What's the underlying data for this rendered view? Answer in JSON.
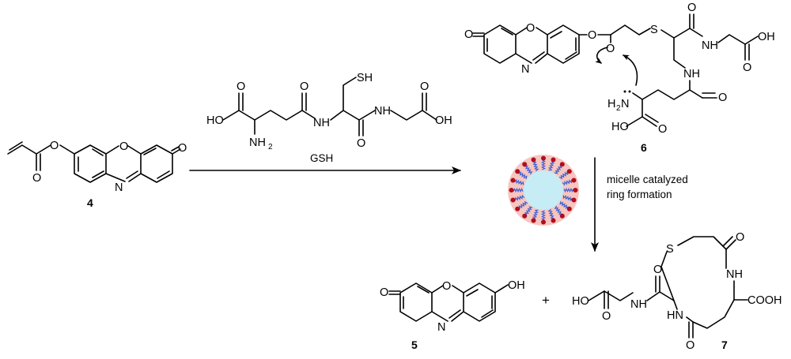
{
  "compounds": {
    "c4": {
      "number": "4"
    },
    "c5": {
      "number": "5"
    },
    "c6": {
      "number": "6"
    },
    "c7": {
      "number": "7"
    }
  },
  "reagent": {
    "label": "GSH"
  },
  "plus": "+",
  "process": {
    "line1": "micelle catalyzed",
    "line2": "ring formation"
  },
  "atoms": {
    "O": "O",
    "N": "N",
    "S": "S",
    "HO": "HO",
    "OH": "OH",
    "SH": "SH",
    "NH": "NH",
    "HN": "HN",
    "NH2": "NH",
    "H2N": "H",
    "sub2": "2",
    "COOH": "COOH",
    "N_H2_right": "N"
  },
  "colors": {
    "micelle_halo": "#f6c6c0",
    "micelle_core": "#c6ecf6",
    "micelle_tail": "#3d5fcf",
    "micelle_head": "#b30d1e"
  }
}
